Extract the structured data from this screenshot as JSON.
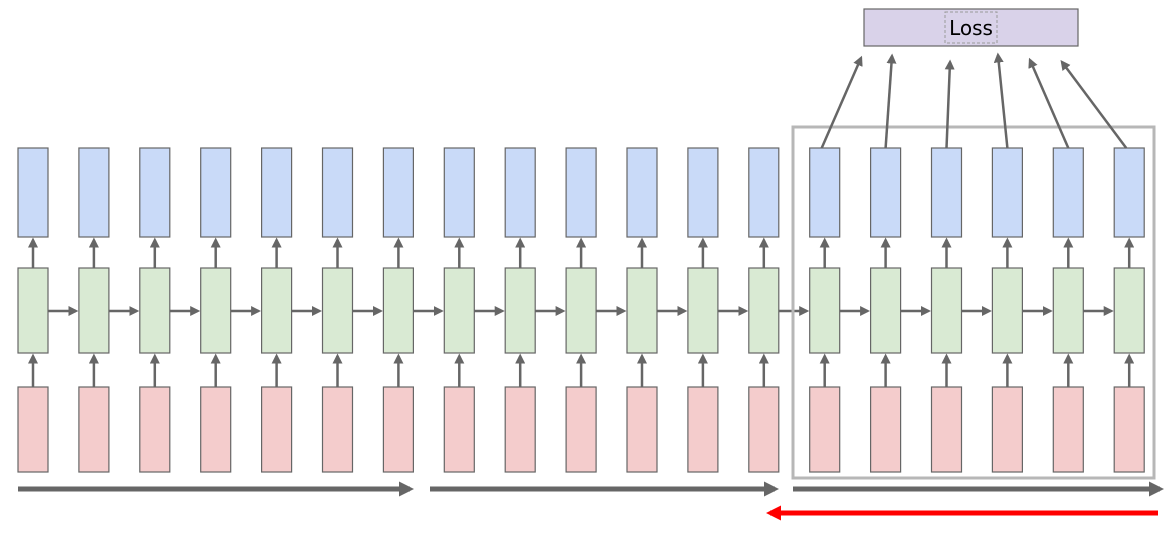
{
  "loss": {
    "label": "Loss"
  },
  "timesteps": 19,
  "window": {
    "start_index": 13,
    "end_index": 18
  },
  "colors": {
    "output": "#c9daf8",
    "hidden": "#d9ead3",
    "input": "#f4cccc",
    "loss": "#d9d2e9",
    "stroke": "#666666",
    "window_box": "#b7b7b7",
    "forward_arrow": "#666666",
    "backward_arrow": "#ff0000"
  }
}
